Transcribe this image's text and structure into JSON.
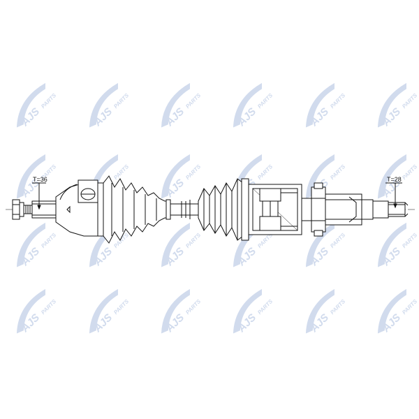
{
  "watermark": {
    "brand_text": "AJS",
    "suffix_text": "PARTS",
    "color": "#c9d5ea"
  },
  "labels": {
    "left_spline": "T=36",
    "right_spline": "T=28"
  },
  "colors": {
    "line": "#111111",
    "background": "#ffffff",
    "watermark": "#c9d5ea"
  }
}
